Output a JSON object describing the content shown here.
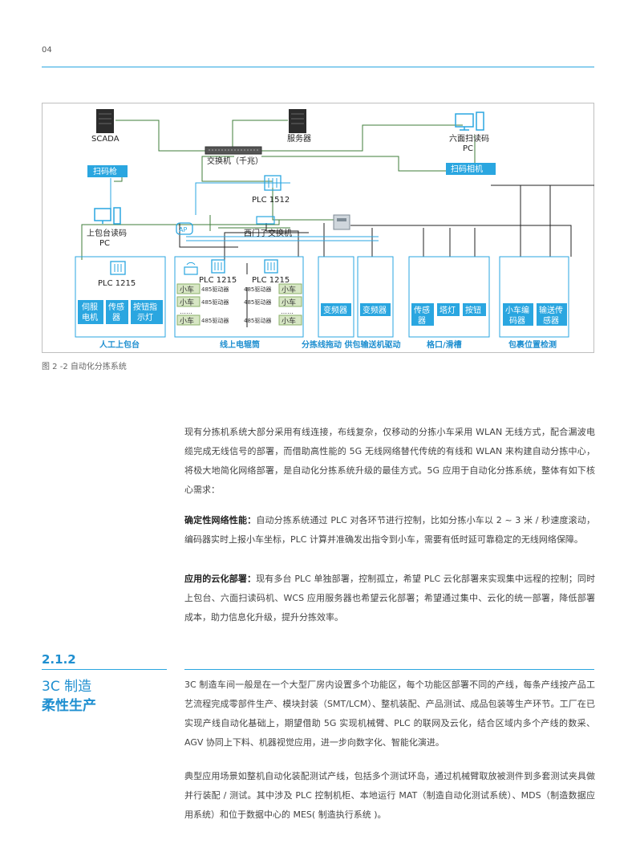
{
  "page_number": "04",
  "diagram": {
    "scada": "SCADA",
    "server": "服务器",
    "switch": "交换机（千兆）",
    "six_side_pc": "六面扫读码",
    "six_side_pc2": "PC",
    "scan_gun": "扫码枪",
    "scan_camera": "扫码相机",
    "plc1512": "PLC 1512",
    "top_pack_pc": "上包台读码",
    "top_pack_pc2": "PC",
    "ap": "AP",
    "siemens_switch": "西门子交换机",
    "plc1215": "PLC 1215",
    "servo": "伺服",
    "servo2": "电机",
    "sensor": "传感",
    "sensor2": "器",
    "button_light": "按钮指",
    "button_light2": "示灯",
    "cart": "小车",
    "driver": "485驱动器",
    "dots": "……",
    "vfd": "变频器",
    "sensor_b": "传感",
    "sensor_b2": "器",
    "tower_light": "塔灯",
    "button": "按钮",
    "cart_encoder": "小车编",
    "cart_encoder2": "码器",
    "conveyor_sensor": "输送传",
    "conveyor_sensor2": "感器",
    "area_manual": "人工上包台",
    "area_line": "线上电辊筒",
    "area_drive": "分拣线拖动 供包输送机驱动",
    "area_chute": "格口/滑槽",
    "area_detect": "包裹位置检测"
  },
  "figure_caption": "图 2 -2 自动化分拣系统",
  "para1": "现有分拣机系统大部分采用有线连接，布线复杂，仅移动的分拣小车采用 WLAN 无线方式，配合漏波电缆完成无线信号的部署，而借助高性能的 5G 无线网络替代传统的有线和 WLAN 来构建自动分拣中心，将极大地简化网络部署，是自动化分拣系统升级的最佳方式。5G 应用于自动化分拣系统，整体有如下核心需求：",
  "req1_label": "确定性网络性能：",
  "req1_text": "自动分拣系统通过 PLC 对各环节进行控制，比如分拣小车以 2 ~ 3 米 / 秒速度滚动，编码器实时上报小车坐标，PLC 计算并准确发出指令到小车，需要有低时延可靠稳定的无线网络保障。",
  "req2_label": "应用的云化部署：",
  "req2_text": "现有多台 PLC 单独部署，控制孤立，希望 PLC 云化部署来实现集中远程的控制；同时上包台、六面扫读码机、WCS 应用服务器也希望云化部署；希望通过集中、云化的统一部署，降低部署成本，助力信息化升级，提升分拣效率。",
  "section_number": "2.1.2",
  "section_title": "3C 制造",
  "section_subtitle": "柔性生产",
  "para_3c_1": "3C 制造车间一般是在一个大型厂房内设置多个功能区，每个功能区部署不同的产线，每条产线按产品工艺流程完成零部件生产、模块封装（SMT/LCM）、整机装配、产品测试、成品包装等生产环节。工厂在已实现产线自动化基础上，期望借助 5G 实现机械臂、PLC 的联网及云化，结合区域内多个产线的数采、AGV 协同上下料、机器视觉应用，进一步向数字化、智能化演进。",
  "para_3c_2": "典型应用场景如整机自动化装配测试产线，包括多个测试环岛，通过机械臂取放被测件到多套测试夹具做并行装配 / 测试。其中涉及 PLC 控制机柜、本地运行 MAT（制造自动化测试系统）、MDS（制造数据应用系统）和位于数据中心的 MES( 制造执行系统 )。",
  "colors": {
    "accent": "#1f8fd0",
    "box_border": "#2aa6e0",
    "cart_fill": "#d7e6c4",
    "device_fill": "#2aa6e0"
  }
}
